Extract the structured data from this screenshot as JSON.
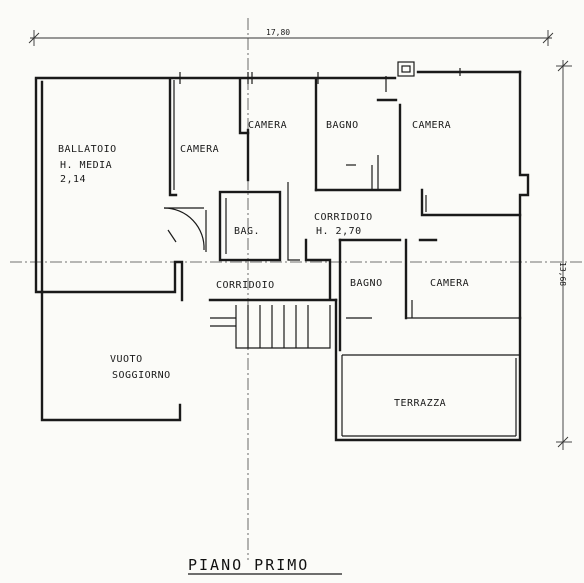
{
  "plan": {
    "title": "PIANO PRIMO",
    "dimensions": {
      "width": "17,80",
      "height": "13,68"
    },
    "rooms": {
      "ballatoio": "BALLATOIO",
      "ballatoio_height": "H. MEDIA",
      "ballatoio_height_value": "2,14",
      "camera_1": "CAMERA",
      "camera_2": "CAMERA",
      "bagno_1": "BAGNO",
      "camera_3": "CAMERA",
      "bag": "BAG.",
      "corridoio_1": "CORRIDOIO",
      "corridoio_1_height": "H. 2,70",
      "corridoio_2": "CORRIDOIO",
      "bagno_2": "BAGNO",
      "camera_4": "CAMERA",
      "vuoto": "VUOTO",
      "soggiorno": "SOGGIORNO",
      "terrazza": "TERRAZZA"
    }
  }
}
